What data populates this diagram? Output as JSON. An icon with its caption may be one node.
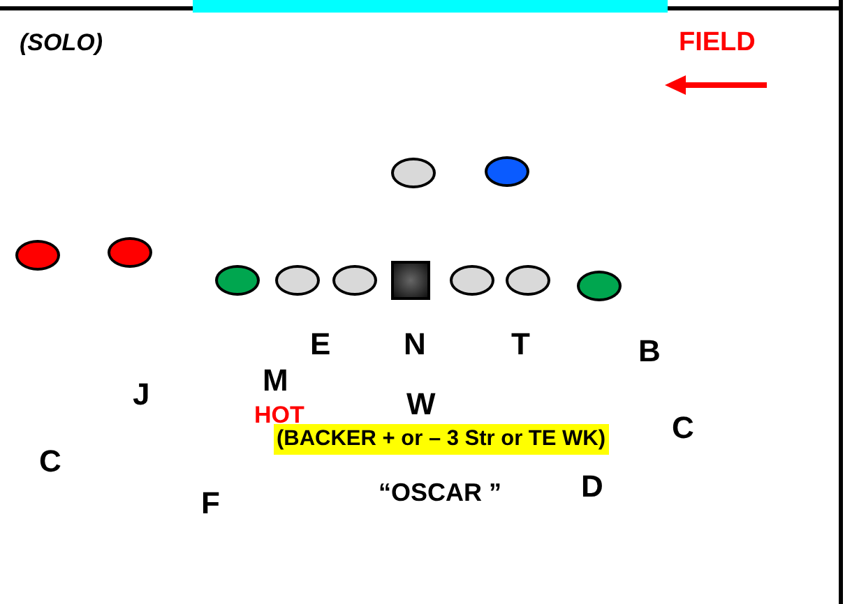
{
  "diagram": {
    "nodes": [
      {
        "text": [],
        "shape": "circle"
      },
      {
        "text": [],
        "shape": "circle"
      },
      {
        "text": [],
        "shape": "circle"
      },
      {
        "text": [],
        "shape": "circle"
      },
      {
        "text": [],
        "shape": "circle"
      },
      {
        "text": [],
        "shape": "circle"
      },
      {
        "text": [],
        "shape": "circle"
      },
      {
        "text": [],
        "shape": "box"
      },
      {
        "text": [],
        "shape": "circle"
      },
      {
        "text": [],
        "shape": "circle"
      },
      {
        "text": [],
        "shape": "circle"
      }
    ],
    "labels": [
      "(SOLO)",
      "FIELD",
      "E",
      "N",
      "T",
      "B",
      "J",
      "M",
      "W",
      "HOT",
      "C",
      "C",
      "(BACKER + or – 3 Str or TE WK)",
      "D",
      "F",
      "“OSCAR ”"
    ]
  }
}
